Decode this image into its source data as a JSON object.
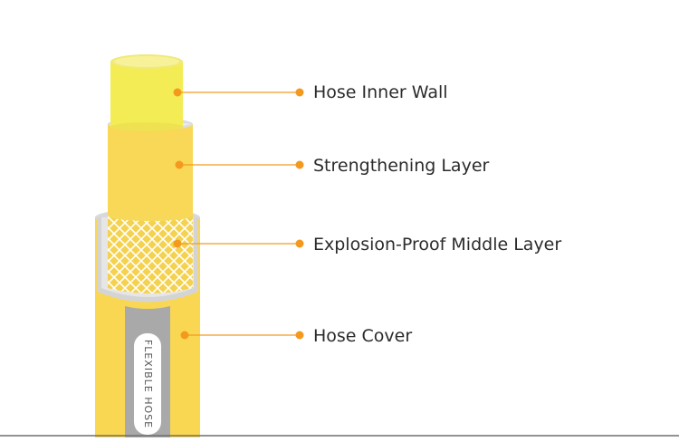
{
  "colors": {
    "inner_wall": "#f3ec55",
    "strengthening": "#f9d757",
    "cover": "#fad753",
    "stripe": "#a9a9a9",
    "leader": "#f39a1e",
    "label_text": "#2b2b2b"
  },
  "callouts": [
    {
      "label": "Hose Inner Wall"
    },
    {
      "label": "Strengthening Layer"
    },
    {
      "label": "Explosion-Proof Middle Layer"
    },
    {
      "label": "Hose Cover"
    }
  ],
  "stripe_text": "FLEXIBLE HOSE"
}
